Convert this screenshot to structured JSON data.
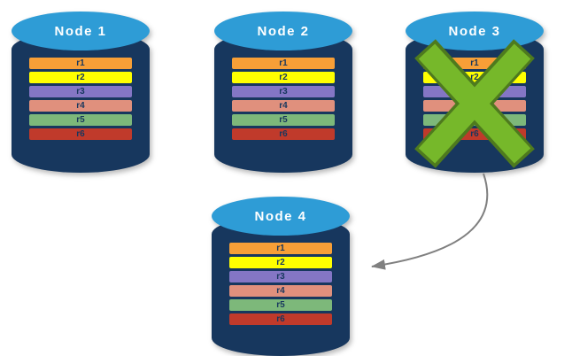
{
  "nodes": [
    {
      "label": "Node 1",
      "crossed_out": false,
      "records": [
        "r1",
        "r2",
        "r3",
        "r4",
        "r5",
        "r6"
      ]
    },
    {
      "label": "Node 2",
      "crossed_out": false,
      "records": [
        "r1",
        "r2",
        "r3",
        "r4",
        "r5",
        "r6"
      ]
    },
    {
      "label": "Node 3",
      "crossed_out": true,
      "records": [
        "r1",
        "r2",
        "r3",
        "r4",
        "r5",
        "r6"
      ]
    },
    {
      "label": "Node 4",
      "crossed_out": false,
      "records": [
        "r1",
        "r2",
        "r3",
        "r4",
        "r5",
        "r6"
      ]
    }
  ],
  "record_colors": [
    "#F79F37",
    "#FFFF00",
    "#8476C5",
    "#E0907D",
    "#7DB87A",
    "#C03A2B"
  ],
  "colors": {
    "cylinder_body": "#17375E",
    "cylinder_top": "#2E9CD6",
    "record_text": "#17375E",
    "cross": "#76B82A",
    "cross_outline": "#4E7A1E",
    "arrow": "#808080"
  },
  "arrow": {
    "from": "Node 3",
    "to": "Node 4"
  }
}
